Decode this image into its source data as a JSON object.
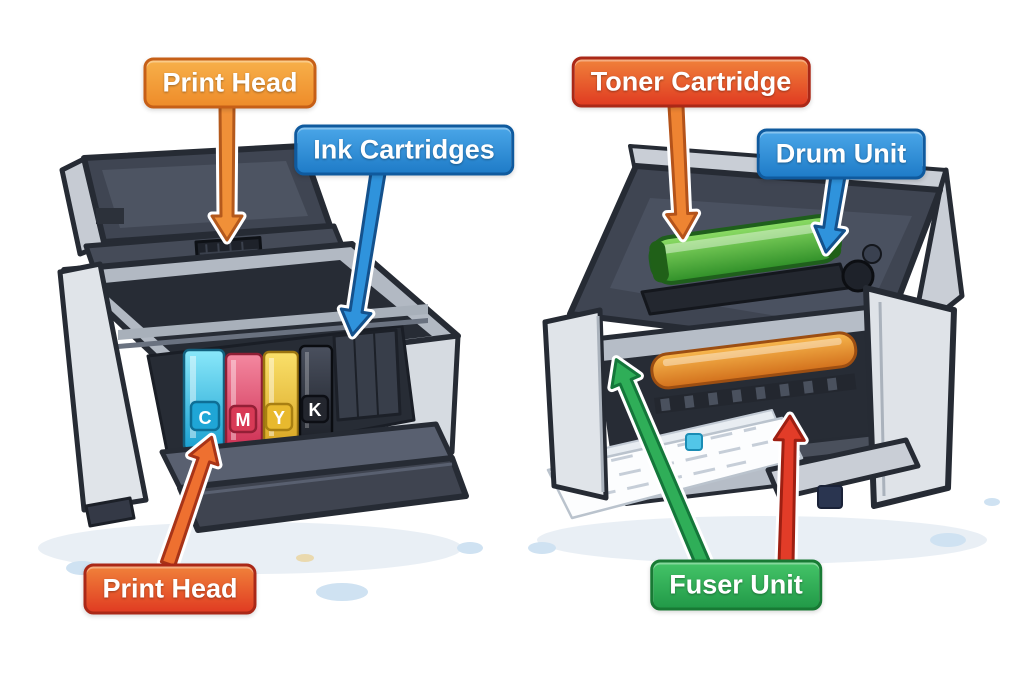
{
  "diagram": {
    "background_color": "#ffffff",
    "inkjet": {
      "name": "inkjet-printer",
      "ink_letters": [
        "C",
        "M",
        "Y",
        "K"
      ],
      "callouts": {
        "print_head_top": {
          "label": "Print Head",
          "badge_color": "#f09a32",
          "border_color": "#c65f17",
          "arrow_color": "#f09038"
        },
        "ink_cartridges": {
          "label": "Ink Cartridges",
          "badge_color": "#2f93dc",
          "border_color": "#0f5a9e",
          "arrow_color": "#2f93dc"
        },
        "print_head_bottom": {
          "label": "Print Head",
          "badge_color": "#e85a2c",
          "border_color": "#aa2817",
          "arrow_color": "#ee7030"
        }
      }
    },
    "laser": {
      "name": "laser-printer",
      "callouts": {
        "toner_cartridge": {
          "label": "Toner Cartridge",
          "badge_color": "#e8602c",
          "border_color": "#aa2817",
          "arrow_color": "#ee8432"
        },
        "drum_unit": {
          "label": "Drum Unit",
          "badge_color": "#2f93dc",
          "border_color": "#0f5a9e",
          "arrow_color": "#2f93dc"
        },
        "fuser_unit": {
          "label": "Fuser Unit",
          "badge_color": "#2fae58",
          "border_color": "#187a34",
          "arrow_colors": [
            "#2fae58",
            "#e23c28"
          ]
        }
      }
    }
  }
}
